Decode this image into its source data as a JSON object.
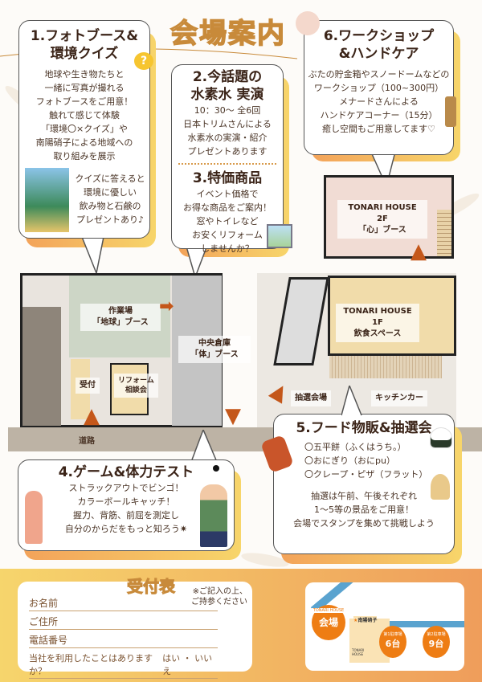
{
  "title": "会場案内",
  "box1": {
    "heading1": "1.フォトブース&",
    "heading2": "環境クイズ",
    "lines": [
      "地球や生き物たちと",
      "一緒に写真が撮れる",
      "フォトブースをご用意！",
      "触れて感じて体験",
      "「環境〇×クイズ」や",
      "南陽硝子による地域への",
      "取り組みを展示"
    ],
    "quiz_lines": [
      "クイズに答えると",
      "環境に優しい",
      "飲み物と石鹸の",
      "プレゼントあり♪"
    ]
  },
  "box2": {
    "heading1": "2.今話題の",
    "heading2": "水素水 実演",
    "lines": [
      "10：30～ 全6回",
      "日本トリムさんによる",
      "水素水の実演・紹介",
      "プレゼントあります"
    ]
  },
  "box3": {
    "heading": "3.特価商品",
    "lines": [
      "イベント価格で",
      "お得な商品をご案内！",
      "窓やトイレなど",
      "お安くリフォーム",
      "しませんか？"
    ]
  },
  "box6": {
    "heading1": "6.ワークショップ",
    "heading2": "&ハンドケア",
    "lines": [
      "ぶたの貯金箱やスノードームなどの",
      "ワークショップ（100~300円）",
      "メナードさんによる",
      "ハンドケアコーナー（15分）",
      "癒し空間もご用意してます♡"
    ]
  },
  "box4": {
    "heading": "4.ゲーム&体力テスト",
    "lines": [
      "ストラックアウトでビンゴ！",
      "カラーボールキャッチ！",
      "握力、背筋、前屈を測定し",
      "自分のからだをもっと知ろう✷"
    ]
  },
  "box5": {
    "heading": "5.フード物販&抽選会",
    "foods": [
      "〇五平餅（ふくはうち。）",
      "〇おにぎり（おにpu）",
      "〇クレープ・ピザ（フラット）"
    ],
    "lines": [
      "抽選は午前、午後それぞれ",
      "1～5等の景品をご用意！",
      "会場でスタンプを集めて挑戦しよう"
    ]
  },
  "plan": {
    "f2_1": "TONARI HOUSE 2F",
    "f2_2": "「心」ブース",
    "work1": "作業場",
    "work2": "「地球」ブース",
    "center1": "中央倉庫",
    "center2": "「体」ブース",
    "reception": "受付",
    "reform1": "リフォーム",
    "reform2": "相談会",
    "f1_1": "TONARI HOUSE 1F",
    "f1_2": "飲食スペース",
    "lottery": "抽選会場",
    "kitchen": "キッチンカー",
    "road": "道路"
  },
  "form": {
    "title": "受付表",
    "note1": "※ご記入の上、",
    "note2": "ご持参ください",
    "name": "お名前",
    "address": "ご住所",
    "phone": "電話番号",
    "question": "当社を利用したことはありますか？",
    "answer": "はい ・ いいえ"
  },
  "map": {
    "venue_tag": "TONARI HOUSE",
    "venue": "会場",
    "nanyo": "南陽硝子",
    "tonari": "TONARI HOUSE",
    "p1_label": "第1駐車場",
    "p1": "6台",
    "p2_label": "第2駐車場",
    "p2": "9台"
  },
  "colors": {
    "accent": "#c4571a",
    "shadow_start": "#f3a35a",
    "shadow_end": "#f7d56a"
  }
}
